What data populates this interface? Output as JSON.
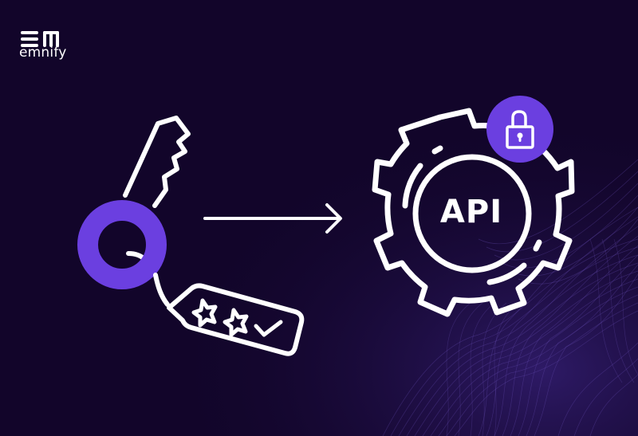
{
  "brand": {
    "logo_mark": "EM",
    "name": "emnify"
  },
  "illustration": {
    "left_icon": "key-with-tag-icon",
    "tag_symbols": [
      "star-icon",
      "star-icon",
      "checkmark-icon"
    ],
    "connector": "arrow-right-icon",
    "right_icon": "gear-icon",
    "gear_label": "API",
    "badge_icon": "padlock-icon"
  },
  "colors": {
    "background": "#12052a",
    "accent_purple": "#6b3fe0",
    "line_white": "#ffffff",
    "wave_lines": "#5a3f9e"
  }
}
